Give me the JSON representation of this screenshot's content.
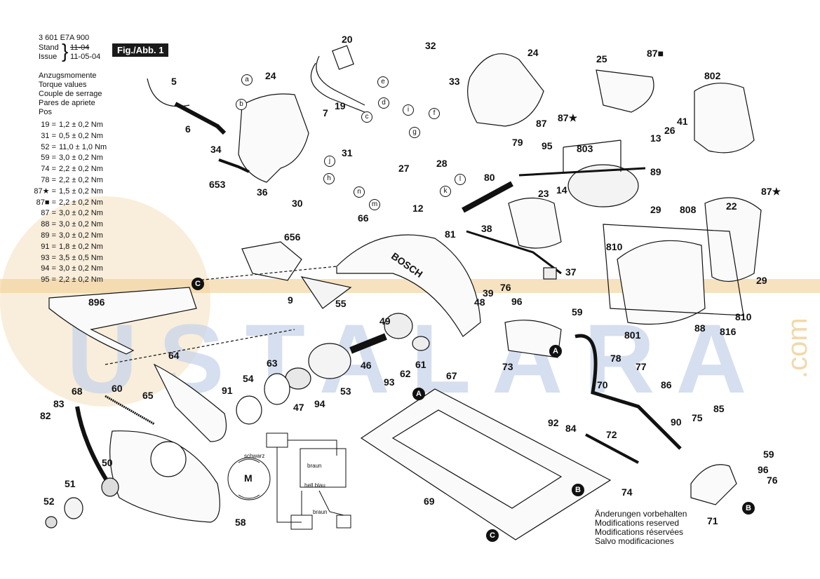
{
  "header": {
    "part_number": "3 601 E7A 900",
    "stand_label": "Stand",
    "stand_value": "11-04",
    "issue_label": "Issue",
    "issue_value": "11-05-04",
    "figure_label": "Fig./Abb. 1"
  },
  "torque": {
    "titles": [
      "Anzugsmomente",
      "Torque values",
      "Couple de serrage",
      "Pares de apriete",
      "Pos"
    ],
    "rows": [
      {
        "pos": "19",
        "value": "1,2 ± 0,2 Nm"
      },
      {
        "pos": "31",
        "value": "0,5 ± 0,2 Nm"
      },
      {
        "pos": "52",
        "value": "11,0 ± 1,0 Nm"
      },
      {
        "pos": "59",
        "value": "3,0 ± 0,2 Nm"
      },
      {
        "pos": "74",
        "value": "2,2 ± 0,2 Nm"
      },
      {
        "pos": "78",
        "value": "2,2 ± 0,2 Nm"
      },
      {
        "pos": "87★",
        "value": "1,5 ± 0,2 Nm"
      },
      {
        "pos": "87■",
        "value": "2,2 ± 0,2 Nm"
      },
      {
        "pos": "87",
        "value": "3,0 ± 0,2 Nm"
      },
      {
        "pos": "88",
        "value": "3,0 ± 0,2 Nm"
      },
      {
        "pos": "89",
        "value": "3,0 ± 0,2 Nm"
      },
      {
        "pos": "91",
        "value": "1,8 ± 0,2 Nm"
      },
      {
        "pos": "93",
        "value": "3,5 ± 0,5 Nm"
      },
      {
        "pos": "94",
        "value": "3,0 ± 0,2 Nm"
      },
      {
        "pos": "95",
        "value": "2,2 ± 0,2 Nm"
      }
    ]
  },
  "modifications": [
    "Änderungen vorbehalten",
    "Modifications reserved",
    "Modifications réservées",
    "Salvo modificaciones"
  ],
  "wiring": {
    "label_schwarz": "schwarz",
    "label_braun1": "braun",
    "label_hellblau": "hell blau",
    "label_braun2": "braun",
    "motor_label": "M"
  },
  "watermark": {
    "text": "USTALARA",
    "suffix": ".com"
  },
  "brand_on_guard": "BOSCH",
  "part_labels": [
    "5",
    "24",
    "6",
    "34",
    "653",
    "7",
    "19",
    "20",
    "32",
    "33",
    "24",
    "25",
    "87■",
    "802",
    "87★",
    "87",
    "31",
    "36",
    "30",
    "12",
    "27",
    "28",
    "80",
    "79",
    "95",
    "803",
    "13",
    "26",
    "41",
    "14",
    "89",
    "23",
    "22",
    "87★",
    "29",
    "808",
    "810",
    "38",
    "81",
    "66",
    "656",
    "37",
    "39",
    "48",
    "76",
    "96",
    "59",
    "9",
    "55",
    "49",
    "896",
    "64",
    "46",
    "61",
    "62",
    "93",
    "63",
    "54",
    "91",
    "65",
    "60",
    "68",
    "83",
    "82",
    "47",
    "94",
    "53",
    "73",
    "67",
    "78",
    "77",
    "70",
    "86",
    "92",
    "84",
    "72",
    "74",
    "75",
    "85",
    "90",
    "59",
    "96",
    "76",
    "71",
    "50",
    "51",
    "52",
    "58",
    "69",
    "801",
    "88",
    "816",
    "810",
    "29"
  ],
  "ref_markers": [
    "A",
    "A",
    "B",
    "B",
    "C",
    "C"
  ],
  "connector_letters": [
    "a",
    "b",
    "c",
    "d",
    "e",
    "f",
    "g",
    "h",
    "i",
    "j",
    "k",
    "l",
    "m",
    "n"
  ]
}
